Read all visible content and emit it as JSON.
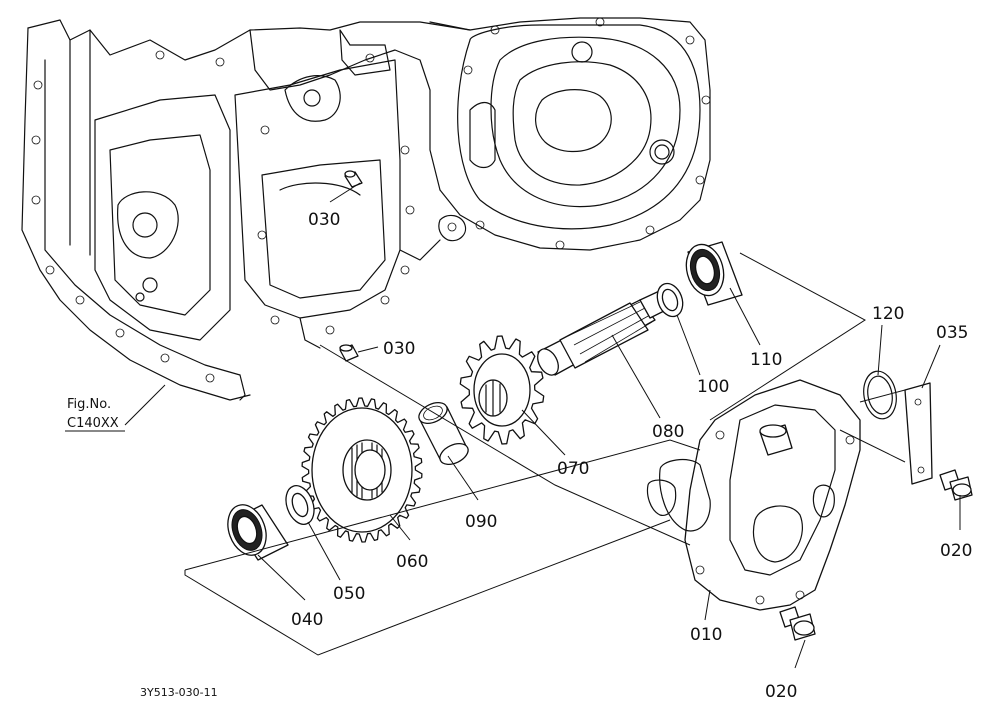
{
  "reference": {
    "fig_label": "Fig.No.",
    "fig_code": "C140XX"
  },
  "drawing_code": "3Y513-030-11",
  "parts": [
    {
      "id": "p030a",
      "label": "030"
    },
    {
      "id": "p030b",
      "label": "030"
    },
    {
      "id": "p110",
      "label": "110"
    },
    {
      "id": "p100",
      "label": "100"
    },
    {
      "id": "p080",
      "label": "080"
    },
    {
      "id": "p070",
      "label": "070"
    },
    {
      "id": "p090",
      "label": "090"
    },
    {
      "id": "p060",
      "label": "060"
    },
    {
      "id": "p050",
      "label": "050"
    },
    {
      "id": "p040",
      "label": "040"
    },
    {
      "id": "p120",
      "label": "120"
    },
    {
      "id": "p035",
      "label": "035"
    },
    {
      "id": "p020a",
      "label": "020"
    },
    {
      "id": "p010",
      "label": "010"
    },
    {
      "id": "p020b",
      "label": "020"
    }
  ]
}
